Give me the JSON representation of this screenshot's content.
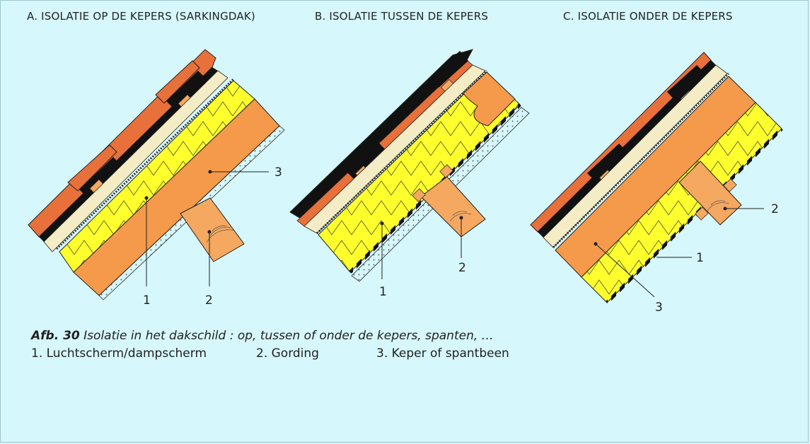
{
  "panels": {
    "a": {
      "title": "A. ISOLATIE OP DE KEPERS (SARKINGDAK)",
      "labels": [
        "3",
        "1",
        "2"
      ]
    },
    "b": {
      "title": "B. ISOLATIE TUSSEN DE KEPERS",
      "labels": [
        "1",
        "2"
      ]
    },
    "c": {
      "title": "C. ISOLATIE ONDER DE KEPERS",
      "labels": [
        "2",
        "1",
        "3"
      ]
    }
  },
  "caption": {
    "figure_number": "Afb. 30",
    "text": " Isolatie in het dakschild : op, tussen of onder de kepers, spanten, …"
  },
  "legend": [
    "1. Luchtscherm/dampscherm",
    "2. Gording",
    "3. Keper of spantbeen"
  ],
  "colors": {
    "background": "#d6f7fb",
    "tile": "#e8703a",
    "insulation": "#ffff2e",
    "rafter": "#f59a4a",
    "purlin": "#f5a860",
    "cladding": "#f4ecc4",
    "membrane": "#1a1a1a"
  }
}
